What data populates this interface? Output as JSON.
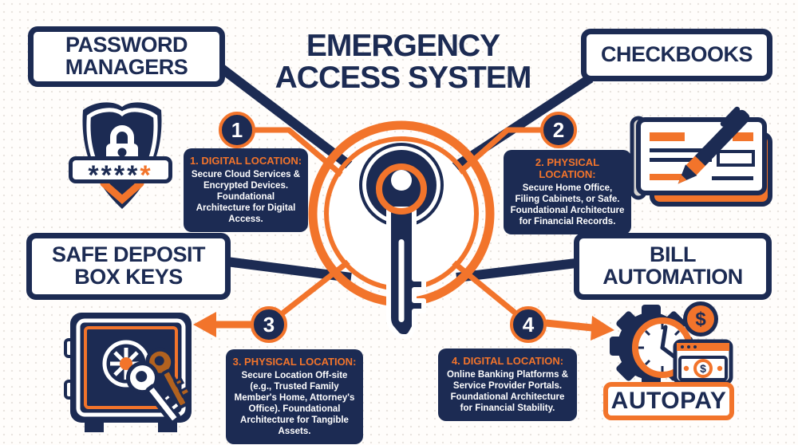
{
  "title": {
    "line1": "EMERGENCY",
    "line2": "ACCESS SYSTEM"
  },
  "colors": {
    "navy": "#1c2b53",
    "orange": "#f2742b",
    "key_brown": "#b2621f",
    "background": "#fffdfb"
  },
  "nodes": {
    "password_managers": {
      "label": "PASSWORD MANAGERS"
    },
    "checkbooks": {
      "label": "CHECKBOOKS"
    },
    "safe_deposit_box_keys": {
      "label": "SAFE DEPOSIT BOX KEYS"
    },
    "bill_automation": {
      "label": "BILL AUTOMATION"
    }
  },
  "callouts": [
    {
      "number": "1",
      "heading": "1. DIGITAL LOCATION:",
      "body": "Secure Cloud Services & Encrypted Devices. Foundational Architecture for Digital Access."
    },
    {
      "number": "2",
      "heading": "2. PHYSICAL LOCATION:",
      "body": "Secure Home Office, Filing Cabinets, or Safe. Foundational Architecture for Financial Records."
    },
    {
      "number": "3",
      "heading": "3. PHYSICAL LOCATION:",
      "body": "Secure Location Off-site (e.g., Trusted Family Member's Home, Attorney's Office). Foundational Architecture for Tangible Assets."
    },
    {
      "number": "4",
      "heading": "4. DIGITAL LOCATION:",
      "body": "Online Banking Platforms & Service Provider Portals. Foundational Architecture for Financial Stability."
    }
  ],
  "password_field": {
    "mask": "****",
    "accent_char": "*"
  },
  "autopay": {
    "label": "AUTOPAY",
    "coin_symbol": "$",
    "bill_symbol": "$"
  }
}
